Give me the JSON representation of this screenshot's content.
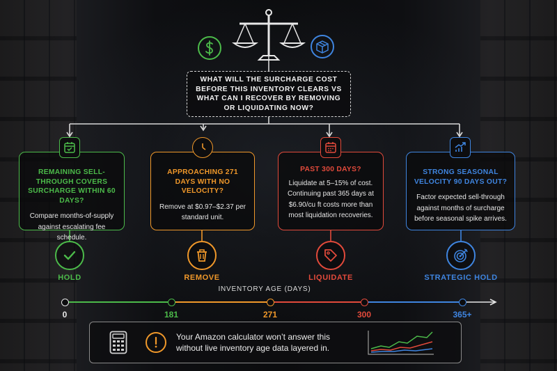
{
  "question": "WHAT WILL THE SURCHARGE COST BEFORE THIS INVENTORY CLEARS VS WHAT CAN I RECOVER BY REMOVING OR LIQUIDATING NOW?",
  "icons": {
    "top": "scales-icon",
    "left_top": "dollar-icon",
    "right_top": "box-icon"
  },
  "colors": {
    "green": "#4cbb4a",
    "orange": "#f0982a",
    "red": "#e24a3b",
    "blue": "#3f85e0",
    "white": "#e8e8e8"
  },
  "branches": [
    {
      "title": "REMAINING SELL-THROUGH COVERS SURCHARGE WITHIN 60 DAYS?",
      "body": "Compare months-of-supply against escalating fee schedule.",
      "badge_icon": "calendar-check-icon",
      "outcome_icon": "check-icon",
      "outcome": "HOLD",
      "color": "#4cbb4a"
    },
    {
      "title": "APPROACHING 271 DAYS WITH NO VELOCITY?",
      "body": "Remove at $0.97–$2.37 per standard unit.",
      "badge_icon": "clock-icon",
      "outcome_icon": "trash-icon",
      "outcome": "REMOVE",
      "color": "#f0982a"
    },
    {
      "title": "PAST 300 DAYS?",
      "body": "Liquidate at 5–15% of cost. Continuing past 365 days at $6.90/cu ft costs more than most liquidation recoveries.",
      "badge_icon": "calendar-icon",
      "outcome_icon": "price-tag-icon",
      "outcome": "LIQUIDATE",
      "color": "#e24a3b"
    },
    {
      "title": "STRONG SEASONAL VELOCITY 90 DAYS OUT?",
      "body": "Factor expected sell-through against months of surcharge before seasonal spike arrives.",
      "badge_icon": "trend-up-icon",
      "outcome_icon": "target-icon",
      "outcome": "STRATEGIC HOLD",
      "color": "#3f85e0"
    }
  ],
  "timeline": {
    "label": "INVENTORY AGE (DAYS)",
    "ticks": [
      {
        "label": "0",
        "value": 0,
        "color": "#e8e8e8"
      },
      {
        "label": "181",
        "value": 181,
        "color": "#4cbb4a"
      },
      {
        "label": "271",
        "value": 271,
        "color": "#f0982a"
      },
      {
        "label": "300",
        "value": 300,
        "color": "#e24a3b"
      },
      {
        "label": "365+",
        "value": 365,
        "color": "#3f85e0"
      }
    ]
  },
  "footer": {
    "text": "Your Amazon calculator won’t answer this without live inventory age data layered in.",
    "left_icon": "calculator-icon",
    "mid_icon": "alert-icon",
    "right_icon": "line-chart-icon"
  }
}
